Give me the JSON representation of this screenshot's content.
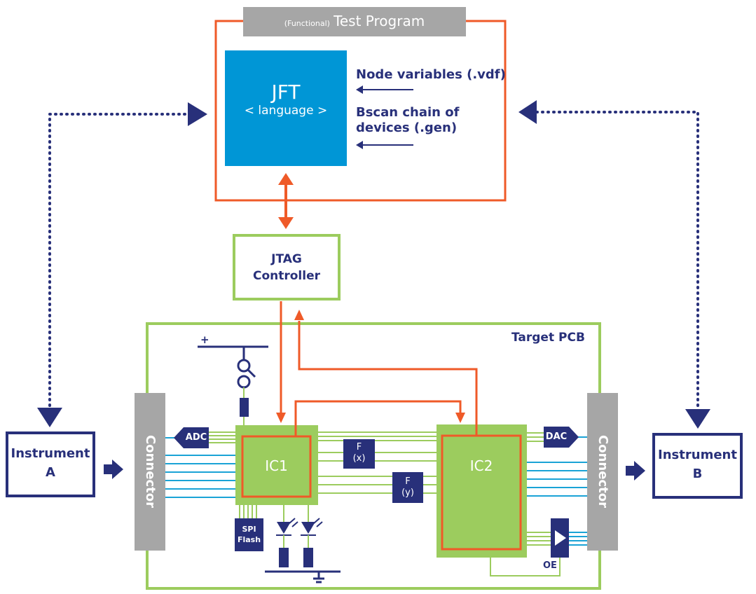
{
  "program": {
    "prefix": "(Functional)",
    "title": "Test Program"
  },
  "jft": {
    "title": "JFT",
    "subtitle": "< language >"
  },
  "inputs": {
    "node_vars": "Node variables (.vdf)",
    "bscan_line1": "Bscan chain of",
    "bscan_line2": "devices (.gen)"
  },
  "jtag": {
    "line1": "JTAG",
    "line2": "Controller"
  },
  "pcb": {
    "label": "Target PCB",
    "connector_left": "Connector",
    "connector_right": "Connector",
    "adc": "ADC",
    "dac": "DAC",
    "ic1": "IC1",
    "ic2": "IC2",
    "fx_line1": "F",
    "fx_line2": "(x)",
    "fy_line1": "F",
    "fy_line2": "(y)",
    "spi_line1": "SPI",
    "spi_line2": "Flash",
    "oe": "OE",
    "plus": "+"
  },
  "instrument_a": {
    "line1": "Instrument",
    "line2": "A"
  },
  "instrument_b": {
    "line1": "Instrument",
    "line2": "B"
  },
  "colors": {
    "orange": "#ef5a28",
    "green": "#9ccc5e",
    "navy": "#28307a",
    "blue": "#0096d6",
    "gray": "#a6a6a6",
    "trace": "#1aa3d6"
  }
}
